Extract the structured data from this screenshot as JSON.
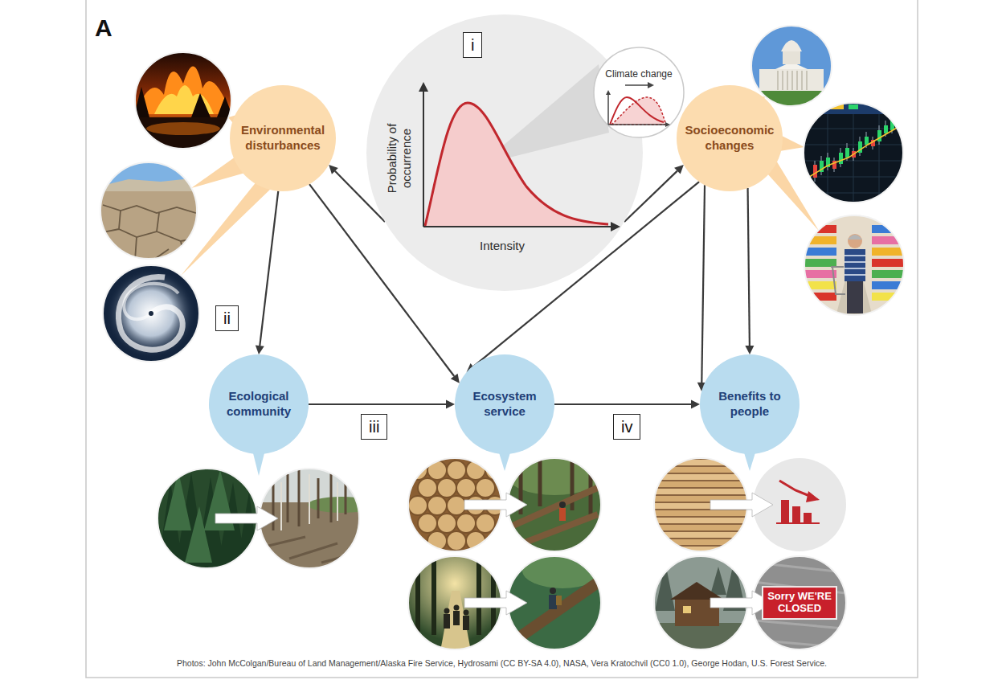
{
  "diagram": {
    "caption": "Photos: John McColgan/Bureau of Land Management/Alaska Fire Service, Hydrosami (CC BY-SA 4.0), NASA, Vera Kratochvil (CC0 1.0), George Hodan, U.S. Forest Service.",
    "nodes": [
      {
        "text": [
          "Probability of occurrence",
          "Intensity"
        ]
      },
      {
        "text": [
          "Climate change"
        ],
        "in": 0
      },
      {
        "text": [
          "Environmental disturbances"
        ]
      },
      {
        "text": [
          "Socioeconomic changes"
        ]
      },
      {
        "text": [
          "Ecological community"
        ]
      },
      {
        "text": [
          "Ecosystem service"
        ]
      },
      {
        "text": [
          "Benefits to people"
        ]
      }
    ],
    "edges": [
      {
        "from": 0,
        "to": 2,
        "arrow": "to"
      },
      {
        "from": 0,
        "to": 3,
        "arrow": "to"
      },
      {
        "from": 2,
        "to": 4,
        "arrow": "to"
      },
      {
        "from": 2,
        "to": 5,
        "arrow": "to"
      },
      {
        "from": 3,
        "to": 5,
        "arrow": "to"
      },
      {
        "from": 4,
        "to": 5,
        "arrow": "to"
      },
      {
        "from": 3,
        "to": 6,
        "arrow": "to"
      },
      {
        "from": 3,
        "to": 6,
        "arrow": "to"
      },
      {
        "from": 5,
        "to": 6,
        "arrow": "to"
      }
    ],
    "labels": [
      "A",
      "i",
      "ii",
      "iii",
      "iv",
      "Sorry WE'RE CLOSED"
    ]
  }
}
